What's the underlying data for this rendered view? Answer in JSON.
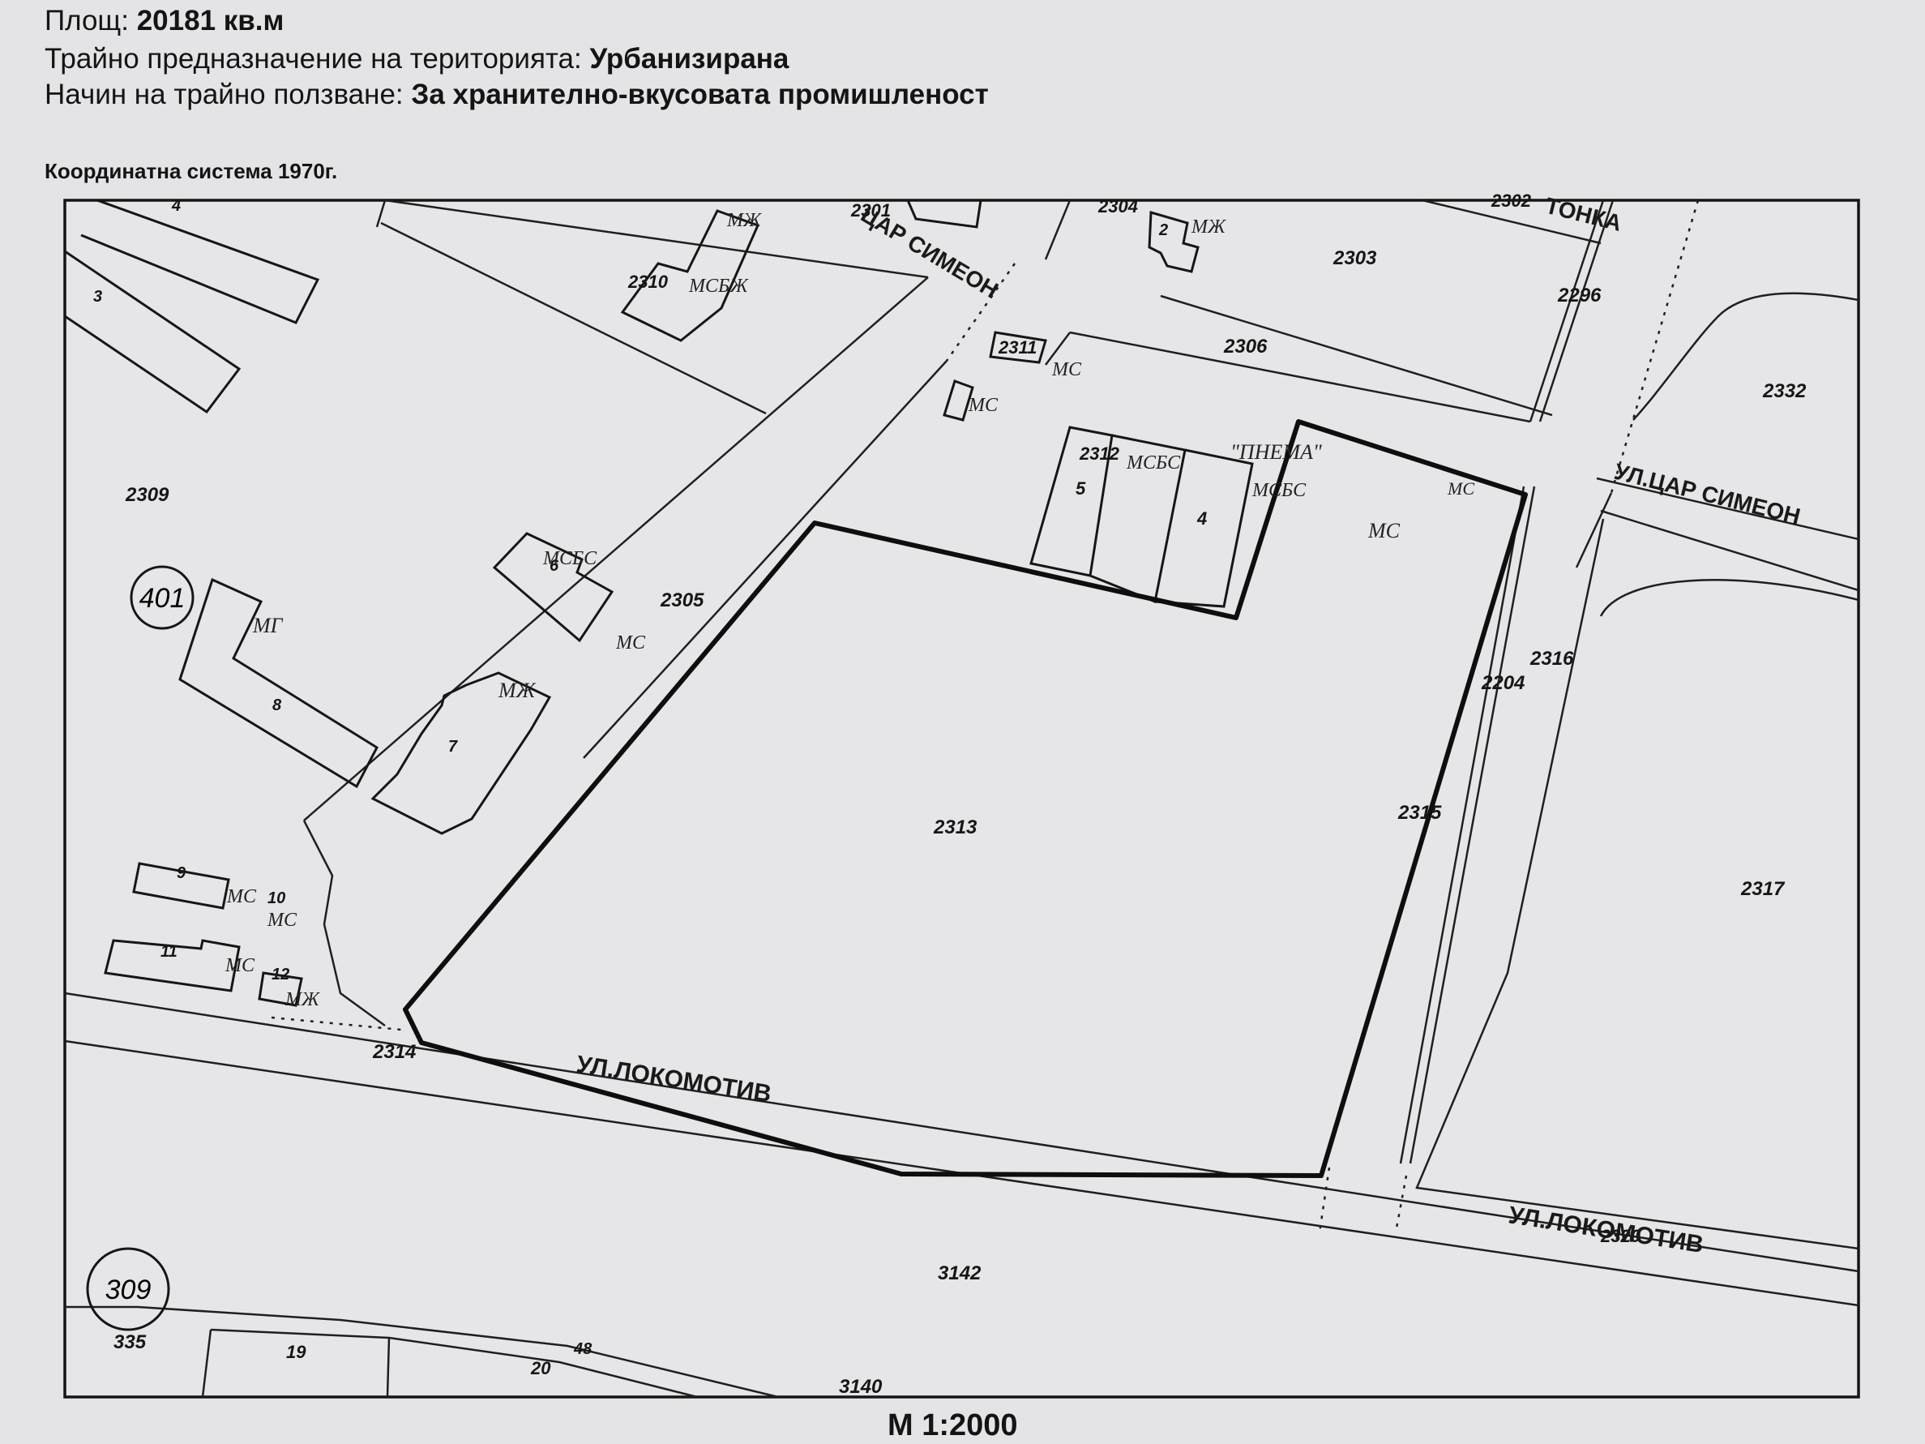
{
  "header": {
    "area_label": "Площ:",
    "area_value": "20181 кв.м",
    "purpose_label": "Трайно предназначение на територията:",
    "purpose_value": "Урбанизирана",
    "usage_label": "Начин на трайно ползване:",
    "usage_value": "За хранително-вкусовата промишленост",
    "coord_system": "Координатна система 1970г."
  },
  "scale": "M 1:2000",
  "parcels": {
    "p2313": "2313",
    "p2303": "2303",
    "p2306": "2306",
    "p2332": "2332",
    "p2309": "2309",
    "p2305": "2305",
    "p2317": "2317",
    "p2316": "2316",
    "p2315": "2315",
    "p2314": "2314",
    "p3142": "3142",
    "p3140": "3140",
    "p335": "335",
    "p2204": "2204",
    "p2296": "2296",
    "p2311": "2311",
    "p2312": "2312",
    "p2310": "2310",
    "p2304": "2304",
    "p2301": "2301",
    "p2302": "2302",
    "p2320": "2320"
  },
  "blocks": {
    "b401": "401",
    "b309": "309"
  },
  "building_numbers": {
    "n3": "3",
    "n4a": "4",
    "n5": "5",
    "n4b": "4",
    "n6": "6",
    "n7": "7",
    "n8": "8",
    "n9": "9",
    "n10": "10",
    "n11": "11",
    "n12": "12",
    "n19": "19",
    "n20": "20",
    "n2": "2",
    "n48": "48"
  },
  "usage_codes": {
    "mg": "МГ",
    "mzh1": "МЖ",
    "mzh2": "МЖ",
    "mzh3": "МЖ",
    "mzh4": "МЖ",
    "ms1": "МС",
    "ms2": "МС",
    "ms3": "МС",
    "ms4": "МС",
    "ms5": "МС",
    "ms6": "МС",
    "ms7": "МС",
    "ms8": "МС",
    "msbs1": "МСБС",
    "msbs2": "МСБС",
    "msbs3": "МСБС",
    "msbzh": "МСБЖ"
  },
  "firm_label": "\"ПНЕМА\"",
  "streets": {
    "lokomotiv1": "УЛ.ЛОКОМОТИВ",
    "lokomotiv2": "УЛ.ЛОКОМОТИВ",
    "simeon_top": "ЦАР СИМЕОН",
    "simeon_right": "УЛ.ЦАР СИМЕОН",
    "tonka": "ТОНКА"
  }
}
